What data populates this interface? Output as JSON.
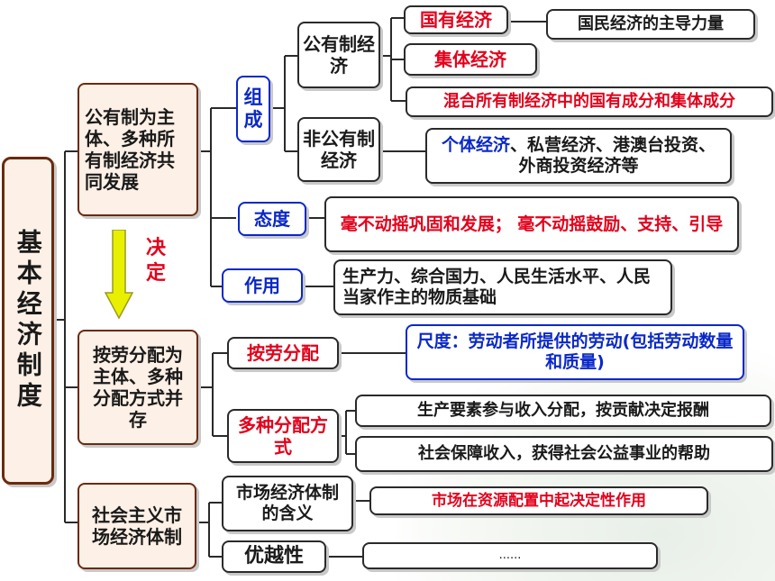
{
  "root": "基本经济制度",
  "decide_label": "决定",
  "branch1": {
    "title": "公有制为主体、多种所有制经济共同发展",
    "zucheng": "组成",
    "gongyouzhi": "公有制经济",
    "guoyou": "国有经济",
    "guoyou_note": "国民经济的主导力量",
    "jiti": "集体经济",
    "hunhe": "混合所有制经济中的国有成分和集体成分",
    "feigongyou": "非公有制经济",
    "geti": "个体经济",
    "geti_rest": "、私营经济、港澳台投资、外商投资经济等",
    "taidu": "态度",
    "taidu_text": "毫不动摇巩固和发展； 毫不动摇鼓励、支持、引导",
    "zuoyong": "作用",
    "zuoyong_text": "生产力、综合国力、人民生活水平、人民当家作主的物质基础"
  },
  "branch2": {
    "title": "按劳分配为主体、多种分配方式并存",
    "anlao": "按劳分配",
    "anlao_text": "尺度：劳动者所提供的劳动(包括劳动数量和质量)",
    "duozhong": "多种分配方式",
    "item1": "生产要素参与收入分配，按贡献决定报酬",
    "item2": "社会保障收入，获得社会公益事业的帮助"
  },
  "branch3": {
    "title": "社会主义市场经济体制",
    "hanyi": "市场经济体制的含义",
    "hanyi_text": "市场在资源配置中起决定性作用",
    "youyue": "优越性",
    "youyue_text": "......"
  },
  "colors": {
    "red": "#e3001b",
    "blue": "#0a28c8",
    "border": "#2a2a2a",
    "root_bg": "#fdf0e6",
    "arrow_fill": "#e8f000"
  }
}
